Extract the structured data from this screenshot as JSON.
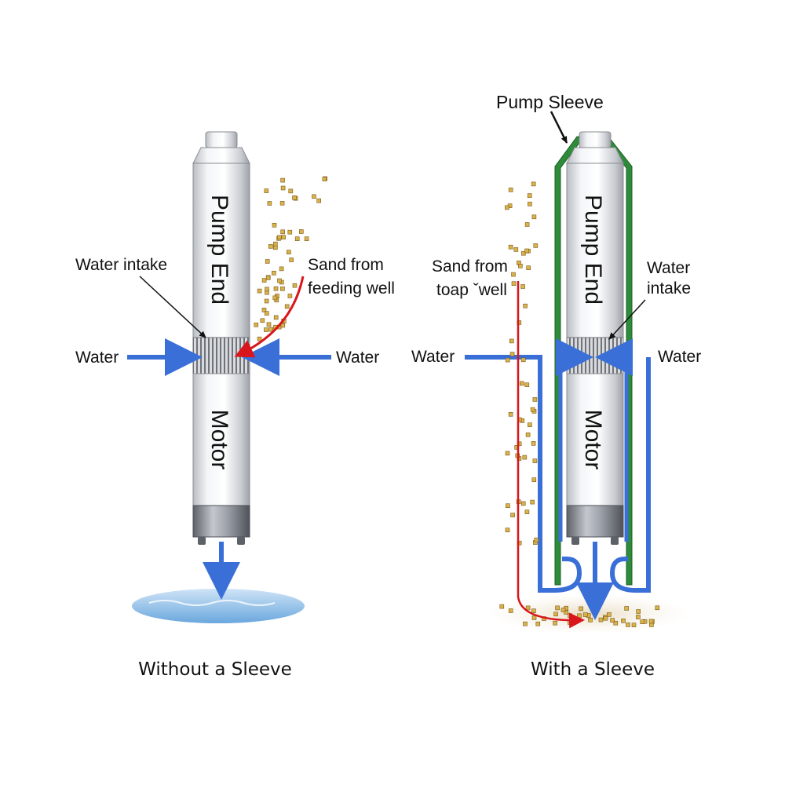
{
  "left_panel": {
    "caption": "Without a Sleeve",
    "pump_label": "Pump End",
    "motor_label": "Motor",
    "intake_label": "Water intake",
    "water_left": "Water",
    "water_right": "Water",
    "sand_line1": "Sand from",
    "sand_line2": "feeding well"
  },
  "right_panel": {
    "caption": "With a Sleeve",
    "sleeve_label": "Pump Sleeve",
    "pump_label": "Pump End",
    "motor_label": "Motor",
    "intake_line1": "Water",
    "intake_line2": "intake",
    "water_left": "Water",
    "water_right": "Water",
    "sand_line1": "Sand from",
    "sand_line2": "toap ˇwell"
  },
  "colors": {
    "water": "#3a6fd8",
    "sand_path": "#d8161b",
    "sleeve": "#2e8b3a",
    "pump_body": "#e4e6e9",
    "sand_grain": "#d9b24a"
  }
}
